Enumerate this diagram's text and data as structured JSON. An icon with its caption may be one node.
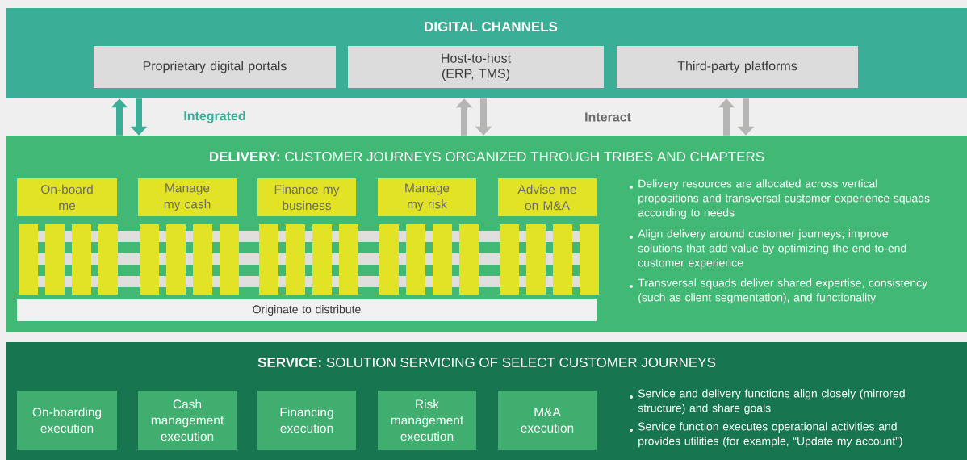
{
  "diagram": {
    "nodes": [
      {
        "text": [
          "DIGITAL CHANNELS"
        ]
      },
      {
        "text": [
          "Proprietary digital portals"
        ],
        "in": 0
      },
      {
        "text": [
          "Host-to-host (ERP, TMS)"
        ],
        "in": 0
      },
      {
        "text": [
          "Third-party platforms"
        ],
        "in": 0
      },
      {
        "text": [
          "**DELIVERY:** CUSTOMER JOURNEYS ORGANIZED THROUGH TRIBES AND CHAPTERS"
        ]
      },
      {
        "text": [
          "On-board me"
        ],
        "in": 4
      },
      {
        "text": [
          "Manage my cash"
        ],
        "in": 4
      },
      {
        "text": [
          "Finance my business"
        ],
        "in": 4
      },
      {
        "text": [
          "Manage my risk"
        ],
        "in": 4
      },
      {
        "text": [
          "Advise me on M&A"
        ],
        "in": 4
      },
      {
        "text": [
          "Originate to distribute"
        ],
        "in": 4
      },
      {
        "text": [
          "**SERVICE:** SOLUTION SERVICING OF SELECT CUSTOMER JOURNEYS"
        ]
      },
      {
        "text": [
          "On-boarding execution"
        ],
        "in": 11
      },
      {
        "text": [
          "Cash management execution"
        ],
        "in": 11
      },
      {
        "text": [
          "Financing execution"
        ],
        "in": 11
      },
      {
        "text": [
          "Risk management execution"
        ],
        "in": 11
      },
      {
        "text": [
          "M&A execution"
        ],
        "in": 11
      }
    ],
    "edges": [
      {
        "from": 4,
        "to": 0,
        "arrow": "to",
        "color": "#3aae96"
      },
      {
        "from": 0,
        "to": 4,
        "arrow": "to",
        "color": "#3aae96"
      },
      {
        "from": 4,
        "to": 0,
        "arrow": "to"
      },
      {
        "from": 0,
        "to": 4,
        "arrow": "to"
      },
      {
        "from": 4,
        "to": 0,
        "arrow": "to"
      },
      {
        "from": 0,
        "to": 4,
        "arrow": "to"
      }
    ],
    "labels": [
      "Integrated",
      "Interact",
      "Delivery resources are allocated across vertical propositions and transversal customer experience squads according to needs",
      "Align delivery around customer journeys; improve solutions that add value by optimizing the end-to-end customer experience",
      "Transversal squads deliver shared expertise, consistency (such as client segmentation), and functionality",
      "Service and delivery functions align closely (mirrored structure) and share goals",
      "Service function executes operational activities and provides utilities (for example, “Update my account”)"
    ]
  }
}
